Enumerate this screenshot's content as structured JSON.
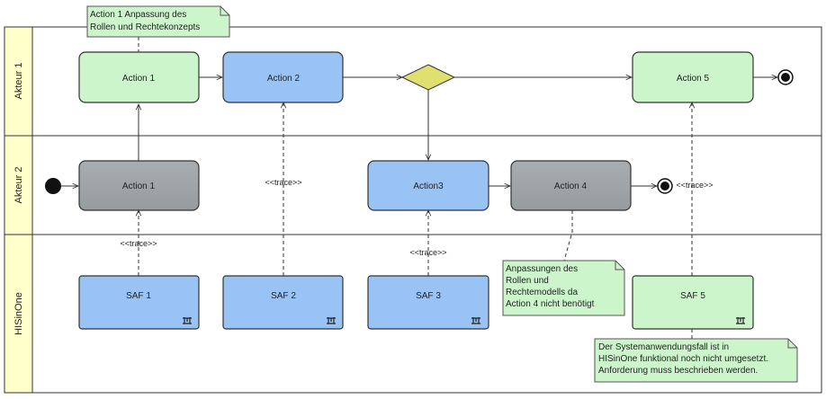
{
  "lanes": [
    {
      "label": "Akteur 1"
    },
    {
      "label": "Akteur 2"
    },
    {
      "label": "HISinOne"
    }
  ],
  "actions": {
    "a1_action1": "Action 1",
    "a1_action2": "Action 2",
    "a1_action5": "Action 5",
    "a2_action1": "Action 1",
    "a2_action3": "Action3",
    "a2_action4": "Action 4",
    "saf1": "SAF 1",
    "saf2": "SAF 2",
    "saf3": "SAF 3",
    "saf5": "SAF 5"
  },
  "trace_label": "<<trace>>",
  "notes": {
    "top": [
      "Action 1 Anpassung des",
      "Rollen und Rechtekonzepts"
    ],
    "mid": [
      "Anpassungen des",
      "Rollen und",
      "Rechtemodells da",
      "Action 4 nicht benötigt"
    ],
    "bottom": [
      "Der Systemanwendungsfall ist in",
      "HISinOne funktional noch nicht umgesetzt.",
      "Anforderung muss beschrieben werden."
    ]
  },
  "colors": {
    "green": "#ccf5cc",
    "blue": "#99c2f5",
    "gray": "#9da3a6",
    "lane_header": "#ffffcc",
    "decision": "#e0e070",
    "note": "#ccf5cc"
  }
}
